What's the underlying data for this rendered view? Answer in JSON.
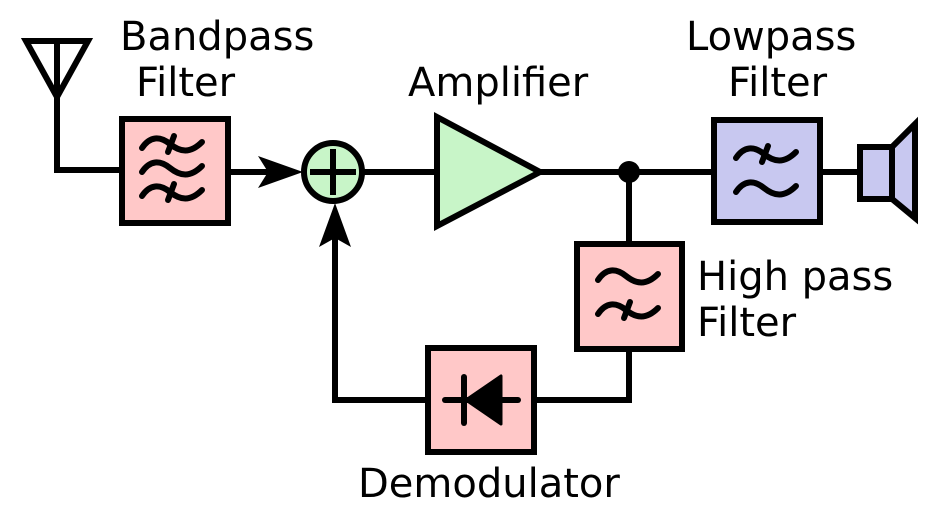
{
  "title": "Regenerative receiver block diagram",
  "colors": {
    "filter_fill": "#ffc8c8",
    "lowpass_fill": "#c8c8f0",
    "amp_fill": "#c8f5c8",
    "stroke": "#000000"
  },
  "blocks": {
    "antenna": {
      "icon": "antenna-icon"
    },
    "bandpass": {
      "label_line1": "Bandpass",
      "label_line2": "Filter",
      "icon": "bandpass-filter-icon"
    },
    "summer": {
      "icon": "summing-junction-icon",
      "symbol": "+"
    },
    "amplifier": {
      "label": "Amplifier",
      "icon": "amplifier-triangle-icon"
    },
    "lowpass": {
      "label_line1": "Lowpass",
      "label_line2": "Filter",
      "icon": "lowpass-filter-icon"
    },
    "speaker": {
      "icon": "speaker-icon"
    },
    "highpass": {
      "label_line1": "High pass",
      "label_line2": "Filter",
      "icon": "highpass-filter-icon"
    },
    "demodulator": {
      "label": "Demodulator",
      "icon": "diode-icon"
    }
  }
}
